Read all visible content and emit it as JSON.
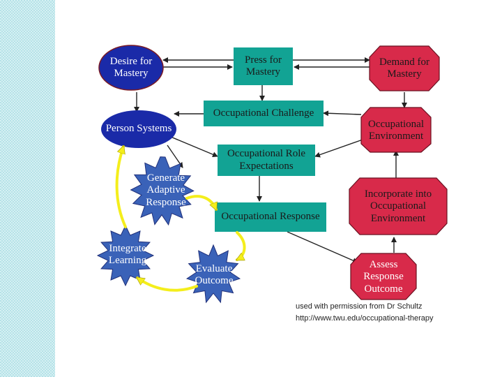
{
  "diagram": {
    "nodes": {
      "desire": "Desire for\nMastery",
      "press": "Press for\nMastery",
      "demand": "Demand for\nMastery",
      "person_systems": "Person Systems",
      "occ_challenge": "Occupational Challenge",
      "occ_environment": "Occupational\nEnvironment",
      "occ_role": "Occupational Role\nExpectations",
      "generate": "Generate\nAdaptive\nResponse",
      "incorporate": "Incorporate into\nOccupational\nEnvironment",
      "occ_response": "Occupational Response",
      "integrate": "Integrate\nLearning",
      "evaluate": "Evaluate\nOutcome",
      "assess": "Assess\nResponse\nOutcome"
    },
    "colors": {
      "blue_node": "#1a2aa8",
      "teal_node": "#12a394",
      "red_node": "#d82a4a",
      "burst_node": "#3a62b8",
      "cycle_arrow": "#f4ee1c",
      "connector": "#222222"
    }
  },
  "credit": {
    "line1": "used with permission from Dr Schultz",
    "line2": "http://www.twu.edu/occupational-therapy"
  }
}
